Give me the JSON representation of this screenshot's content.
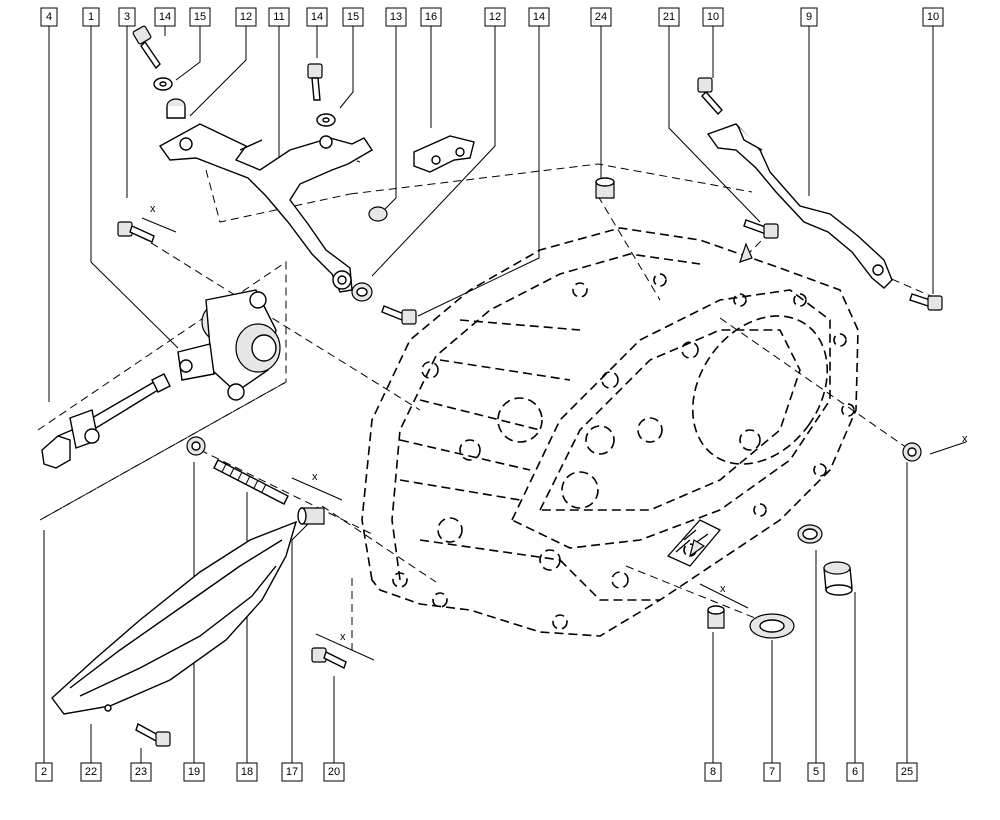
{
  "top_callouts": [
    "4",
    "1",
    "3",
    "14",
    "15",
    "12",
    "11",
    "14",
    "15",
    "13",
    "16",
    "12",
    "14",
    "24",
    "21",
    "10",
    "9",
    "10"
  ],
  "bottom_callouts": [
    "2",
    "22",
    "23",
    "19",
    "18",
    "17",
    "20",
    "8",
    "7",
    "5",
    "6",
    "25"
  ],
  "dimension_mark": "x"
}
